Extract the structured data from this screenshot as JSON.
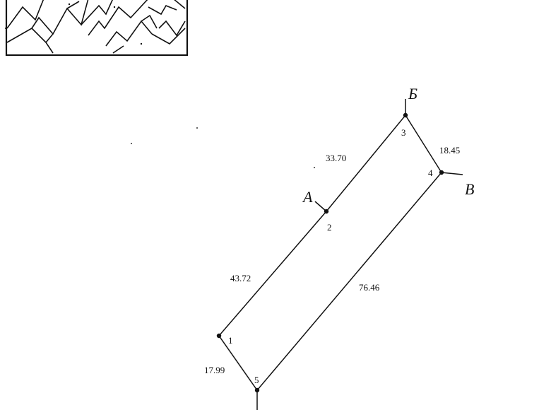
{
  "inset_map": {
    "description_visible": false
  },
  "plot": {
    "vertices": [
      {
        "id": "1",
        "label": "1"
      },
      {
        "id": "2",
        "label": "2"
      },
      {
        "id": "3",
        "label": "3"
      },
      {
        "id": "4",
        "label": "4"
      },
      {
        "id": "5",
        "label": "5"
      }
    ],
    "side_lengths": [
      {
        "id": "s12",
        "label": "43.72"
      },
      {
        "id": "s23",
        "label": "33.70"
      },
      {
        "id": "s34",
        "label": "18.45"
      },
      {
        "id": "s45",
        "label": "76.46"
      },
      {
        "id": "s51",
        "label": "17.99"
      }
    ],
    "neighbors": [
      {
        "id": "A",
        "label": "А"
      },
      {
        "id": "B",
        "label": "Б"
      },
      {
        "id": "V",
        "label": "В"
      }
    ]
  }
}
